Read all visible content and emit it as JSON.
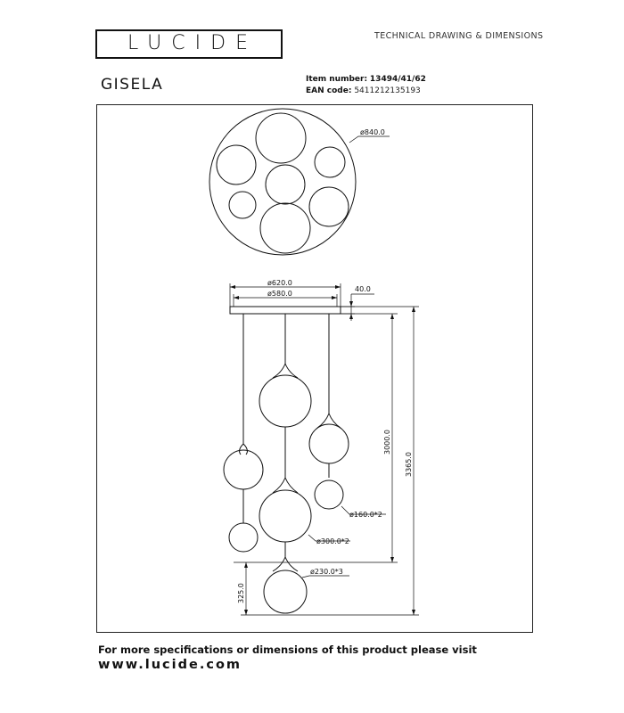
{
  "header": {
    "brand": "LUCIDE",
    "doc_type": "TECHNICAL DRAWING & DIMENSIONS"
  },
  "product": {
    "name": "GISELA",
    "item_label": "Item number:",
    "item_value": "13494/41/62",
    "ean_label": "EAN code:",
    "ean_value": "5411212135193"
  },
  "dimensions": {
    "canopy_diameter": "ø840.0",
    "plate_outer": "ø620.0",
    "plate_inner": "ø580.0",
    "plate_height": "40.0",
    "cable_length": "3000.0",
    "total_height": "3365.0",
    "small_globe": "ø160.0*2",
    "large_globe": "ø300.0*2",
    "medium_globe": "ø230.0*3",
    "bottom_height": "325.0"
  },
  "footer": {
    "line1": "For more specifications or dimensions of this product please visit",
    "url": "www.lucide.com"
  }
}
